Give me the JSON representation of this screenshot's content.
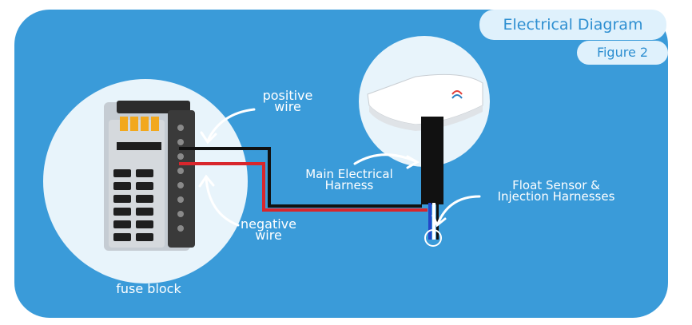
{
  "header": {
    "title": "Electrical Diagram",
    "figure": "Figure 2"
  },
  "labels": {
    "positive_line1": "positive",
    "positive_line2": "wire",
    "negative_line1": "negative",
    "negative_line2": "wire",
    "main_line1": "Main Electrical",
    "main_line2": "Harness",
    "float_line1": "Float Sensor &",
    "float_line2": "Injection Harnesses",
    "fuse_block": "fuse block"
  },
  "colors": {
    "background_panel": "#3a9bd9",
    "circle_fill": "#e8f4fb",
    "pill_fill": "#dff1fc",
    "pill_text": "#2e8fd1",
    "wire_positive": "#d8262c",
    "wire_negative": "#111111"
  }
}
